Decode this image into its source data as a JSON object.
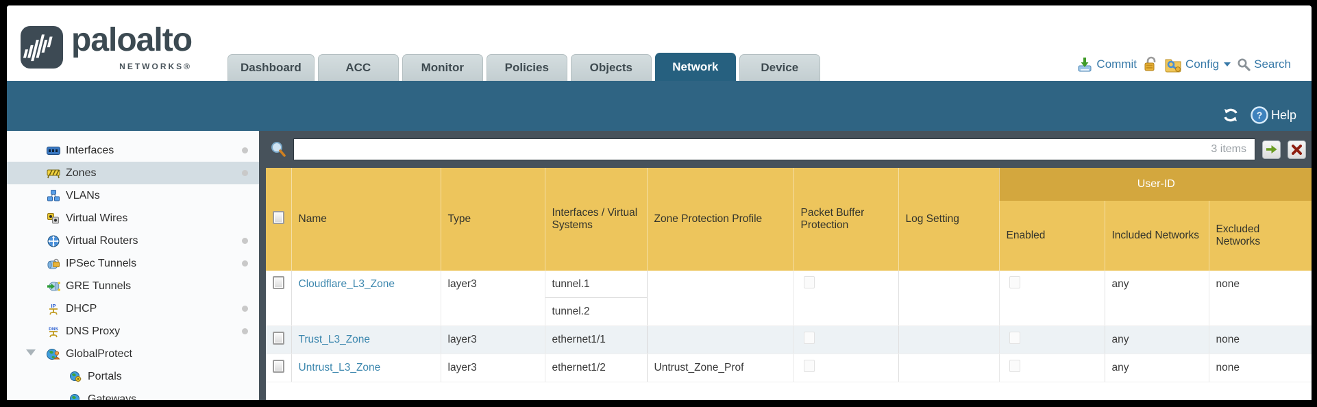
{
  "brand": {
    "name": "paloalto",
    "subtitle": "NETWORKS®"
  },
  "tabs": [
    {
      "label": "Dashboard",
      "active": false
    },
    {
      "label": "ACC",
      "active": false
    },
    {
      "label": "Monitor",
      "active": false
    },
    {
      "label": "Policies",
      "active": false
    },
    {
      "label": "Objects",
      "active": false
    },
    {
      "label": "Network",
      "active": true
    },
    {
      "label": "Device",
      "active": false
    }
  ],
  "topbar": {
    "commit_label": "Commit",
    "config_label": "Config",
    "search_label": "Search"
  },
  "teal_bar": {
    "help_label": "Help"
  },
  "filter": {
    "value": "",
    "items_count": "3 items"
  },
  "sidebar": {
    "items": [
      {
        "label": "Interfaces",
        "icon": "interfaces-icon",
        "has_dot": true,
        "selected": false,
        "indent": 0
      },
      {
        "label": "Zones",
        "icon": "zones-icon",
        "has_dot": true,
        "selected": true,
        "indent": 0
      },
      {
        "label": "VLANs",
        "icon": "vlans-icon",
        "has_dot": false,
        "selected": false,
        "indent": 0
      },
      {
        "label": "Virtual Wires",
        "icon": "virtual-wires-icon",
        "has_dot": false,
        "selected": false,
        "indent": 0
      },
      {
        "label": "Virtual Routers",
        "icon": "virtual-routers-icon",
        "has_dot": true,
        "selected": false,
        "indent": 0
      },
      {
        "label": "IPSec Tunnels",
        "icon": "ipsec-tunnels-icon",
        "has_dot": true,
        "selected": false,
        "indent": 0
      },
      {
        "label": "GRE Tunnels",
        "icon": "gre-tunnels-icon",
        "has_dot": false,
        "selected": false,
        "indent": 0
      },
      {
        "label": "DHCP",
        "icon": "dhcp-icon",
        "has_dot": true,
        "selected": false,
        "indent": 0
      },
      {
        "label": "DNS Proxy",
        "icon": "dns-proxy-icon",
        "has_dot": true,
        "selected": false,
        "indent": 0
      },
      {
        "label": "GlobalProtect",
        "icon": "globalprotect-icon",
        "has_dot": false,
        "selected": false,
        "indent": 0,
        "expandable": true,
        "expanded": true
      },
      {
        "label": "Portals",
        "icon": "portals-icon",
        "has_dot": false,
        "selected": false,
        "indent": 1
      },
      {
        "label": "Gateways",
        "icon": "gateways-icon",
        "has_dot": false,
        "selected": false,
        "indent": 1
      }
    ]
  },
  "table": {
    "group_header": "User-ID",
    "columns": [
      "Name",
      "Type",
      "Interfaces / Virtual Systems",
      "Zone Protection Profile",
      "Packet Buffer Protection",
      "Log Setting",
      "Enabled",
      "Included Networks",
      "Excluded Networks"
    ],
    "rows": [
      {
        "name": "Cloudflare_L3_Zone",
        "type": "layer3",
        "interfaces": [
          "tunnel.1",
          "tunnel.2"
        ],
        "zone_protection_profile": "",
        "packet_buffer_protection": false,
        "log_setting": "",
        "user_id_enabled": false,
        "included_networks": "any",
        "excluded_networks": "none"
      },
      {
        "name": "Trust_L3_Zone",
        "type": "layer3",
        "interfaces": [
          "ethernet1/1"
        ],
        "zone_protection_profile": "",
        "packet_buffer_protection": false,
        "log_setting": "",
        "user_id_enabled": false,
        "included_networks": "any",
        "excluded_networks": "none"
      },
      {
        "name": "Untrust_L3_Zone",
        "type": "layer3",
        "interfaces": [
          "ethernet1/2"
        ],
        "zone_protection_profile": "Untrust_Zone_Prof",
        "packet_buffer_protection": false,
        "log_setting": "",
        "user_id_enabled": false,
        "included_networks": "any",
        "excluded_networks": "none"
      }
    ]
  },
  "colors": {
    "teal_band": "#2f6483",
    "active_tab": "#26607f",
    "slate_bar": "#47525b",
    "header_gold": "#edc55c",
    "user_id_gold": "#d3a73e",
    "link_blue": "#3c87ae",
    "selected_item_bg": "#d3dde3",
    "shaded_row": "#edf2f5"
  }
}
